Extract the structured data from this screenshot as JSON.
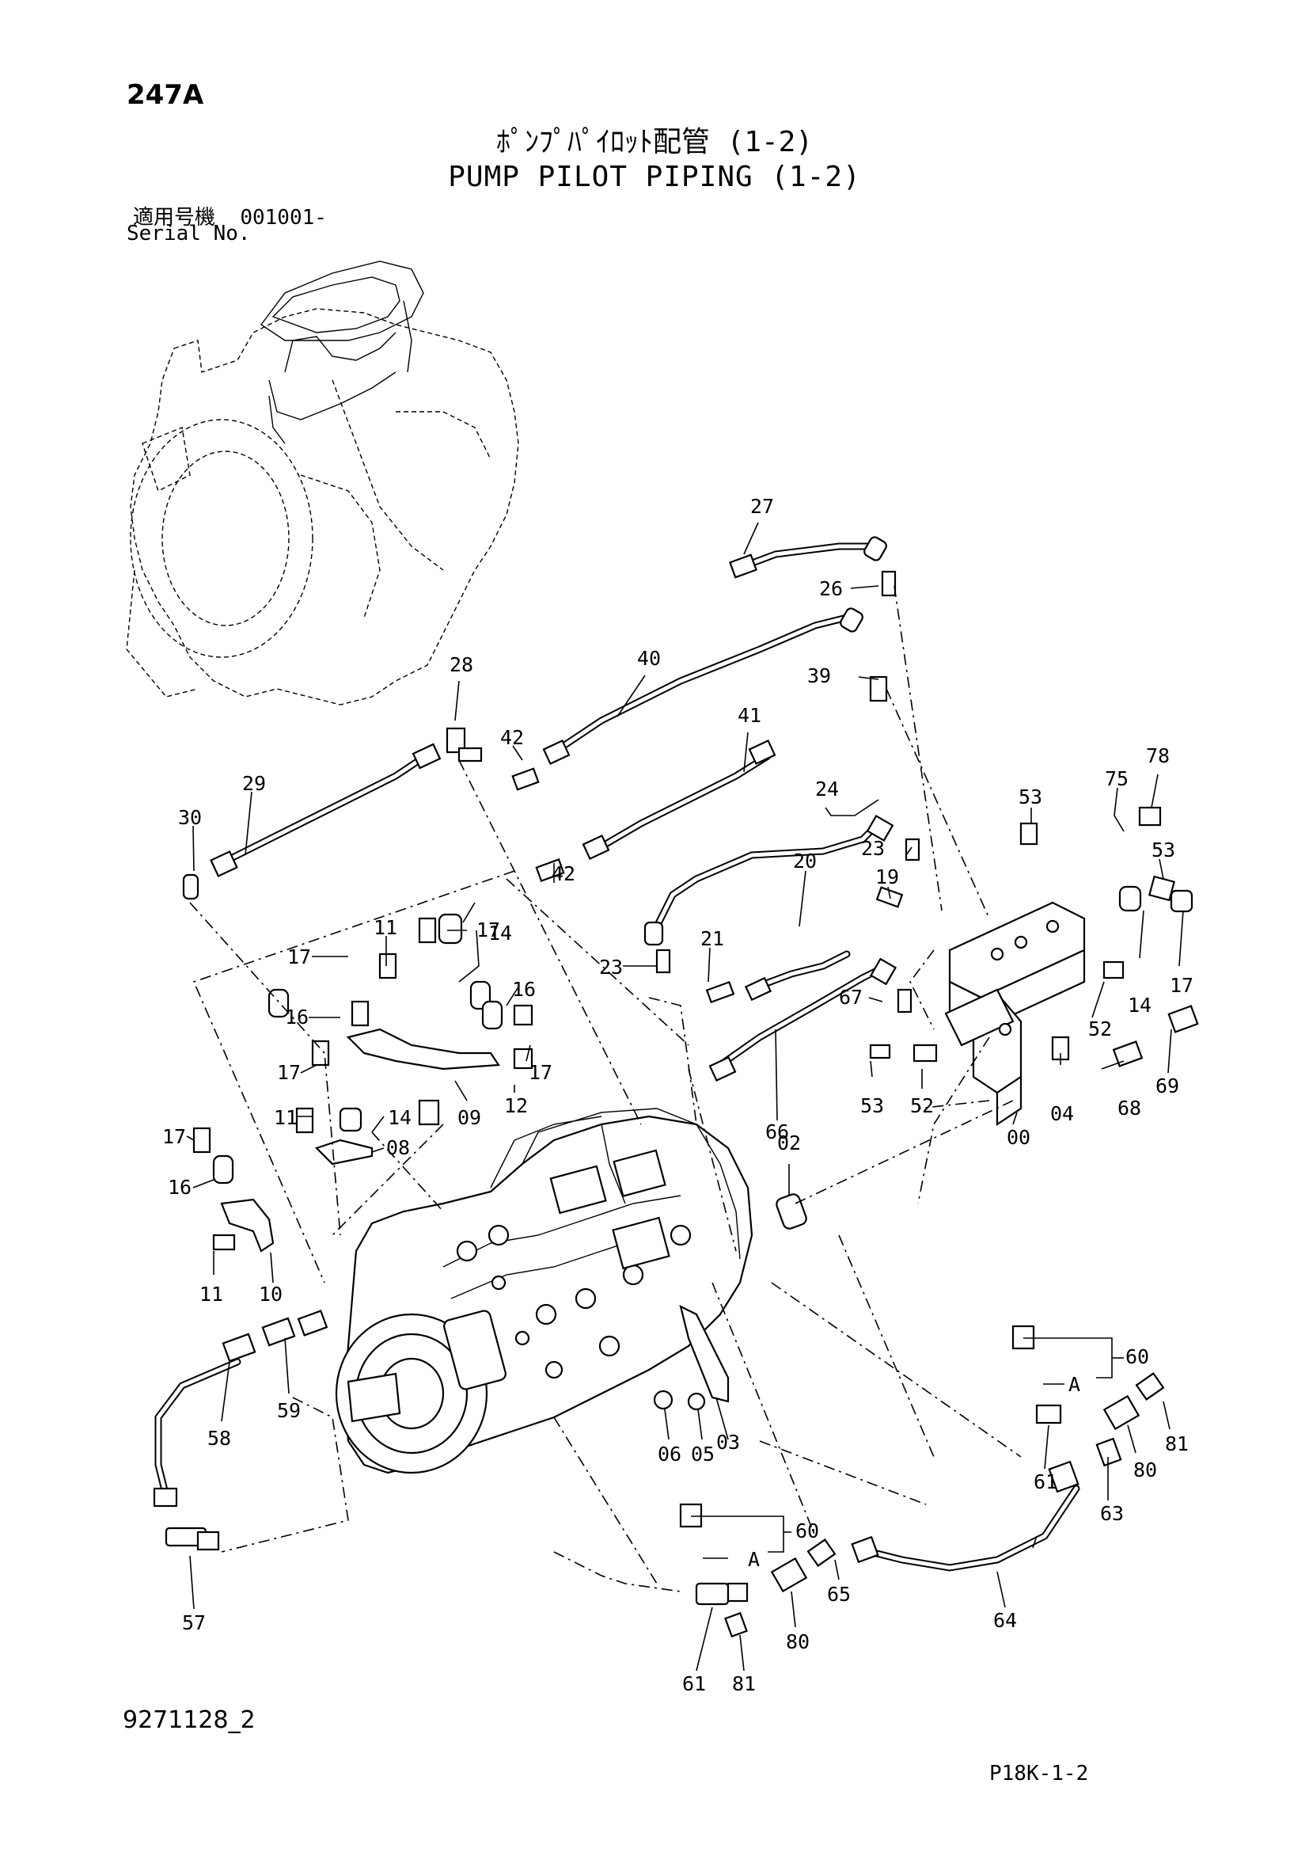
{
  "page": {
    "page_id": "247A",
    "title_jp": "ﾎﾟﾝﾌﾟﾊﾟｲﾛｯﾄ配管 (1-2)",
    "title_en": "PUMP PILOT PIPING (1-2)",
    "serial_label_jp": "適用号機",
    "serial_value": "001001-",
    "serial_label_en": "Serial No.",
    "doc_number": "9271128_2",
    "sheet_code": "P18K-1-2"
  },
  "diagram": {
    "type": "exploded-parts-diagram",
    "part_labels": [
      {
        "id": "27",
        "text": "27"
      },
      {
        "id": "26",
        "text": "26"
      },
      {
        "id": "40",
        "text": "40"
      },
      {
        "id": "39",
        "text": "39"
      },
      {
        "id": "28",
        "text": "28"
      },
      {
        "id": "41",
        "text": "41"
      },
      {
        "id": "42a",
        "text": "42"
      },
      {
        "id": "42b",
        "text": "42"
      },
      {
        "id": "29",
        "text": "29"
      },
      {
        "id": "30",
        "text": "30"
      },
      {
        "id": "24",
        "text": "24"
      },
      {
        "id": "53a",
        "text": "53"
      },
      {
        "id": "75",
        "text": "75"
      },
      {
        "id": "78",
        "text": "78"
      },
      {
        "id": "53b",
        "text": "53"
      },
      {
        "id": "23a",
        "text": "23"
      },
      {
        "id": "19",
        "text": "19"
      },
      {
        "id": "20",
        "text": "20"
      },
      {
        "id": "21",
        "text": "21"
      },
      {
        "id": "23b",
        "text": "23"
      },
      {
        "id": "17a",
        "text": "17"
      },
      {
        "id": "14a",
        "text": "14"
      },
      {
        "id": "11a",
        "text": "11"
      },
      {
        "id": "17b",
        "text": "17"
      },
      {
        "id": "16a",
        "text": "16"
      },
      {
        "id": "16b",
        "text": "16"
      },
      {
        "id": "17c",
        "text": "17"
      },
      {
        "id": "09",
        "text": "09"
      },
      {
        "id": "12",
        "text": "12"
      },
      {
        "id": "17d",
        "text": "17"
      },
      {
        "id": "11b",
        "text": "11"
      },
      {
        "id": "14b",
        "text": "14"
      },
      {
        "id": "08",
        "text": "08"
      },
      {
        "id": "17e",
        "text": "17"
      },
      {
        "id": "16c",
        "text": "16"
      },
      {
        "id": "11c",
        "text": "11"
      },
      {
        "id": "10",
        "text": "10"
      },
      {
        "id": "67",
        "text": "67"
      },
      {
        "id": "66",
        "text": "66"
      },
      {
        "id": "53c",
        "text": "53"
      },
      {
        "id": "52a",
        "text": "52"
      },
      {
        "id": "52b",
        "text": "52"
      },
      {
        "id": "14c",
        "text": "14"
      },
      {
        "id": "17f",
        "text": "17"
      },
      {
        "id": "00",
        "text": "00"
      },
      {
        "id": "04",
        "text": "04"
      },
      {
        "id": "68",
        "text": "68"
      },
      {
        "id": "69",
        "text": "69"
      },
      {
        "id": "02",
        "text": "02"
      },
      {
        "id": "58",
        "text": "58"
      },
      {
        "id": "59",
        "text": "59"
      },
      {
        "id": "06",
        "text": "06"
      },
      {
        "id": "05",
        "text": "05"
      },
      {
        "id": "03",
        "text": "03"
      },
      {
        "id": "60a",
        "text": "60"
      },
      {
        "id": "A1",
        "text": "A"
      },
      {
        "id": "81a",
        "text": "81"
      },
      {
        "id": "80a",
        "text": "80"
      },
      {
        "id": "61a",
        "text": "61"
      },
      {
        "id": "63",
        "text": "63"
      },
      {
        "id": "57",
        "text": "57"
      },
      {
        "id": "60b",
        "text": "60"
      },
      {
        "id": "A2",
        "text": "A"
      },
      {
        "id": "65",
        "text": "65"
      },
      {
        "id": "64",
        "text": "64"
      },
      {
        "id": "80b",
        "text": "80"
      },
      {
        "id": "61b",
        "text": "61"
      },
      {
        "id": "81b",
        "text": "81"
      }
    ]
  }
}
